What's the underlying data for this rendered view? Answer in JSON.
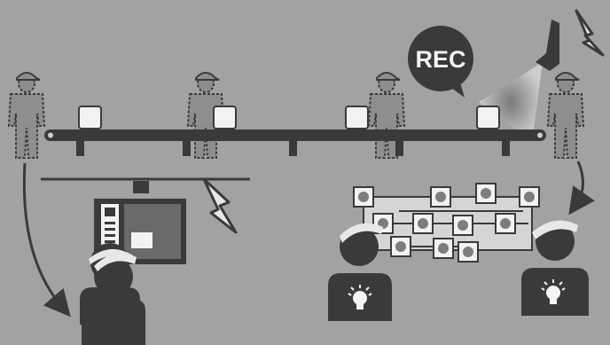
{
  "rec_bubble": {
    "label": "REC"
  },
  "colors": {
    "background": "#9c9c9c",
    "ink": "#3a3a3a",
    "box_fill": "#f2f2f2",
    "bulb_fill": "#f4f4f4",
    "sensor_fill": "#7d7d7d"
  },
  "icons": [
    "worker-icon",
    "conveyor-belt",
    "product-box",
    "camera-icon",
    "lightning-icon",
    "monitor-icon",
    "sensor-network",
    "lightbulb-icon",
    "arrow-icon"
  ]
}
